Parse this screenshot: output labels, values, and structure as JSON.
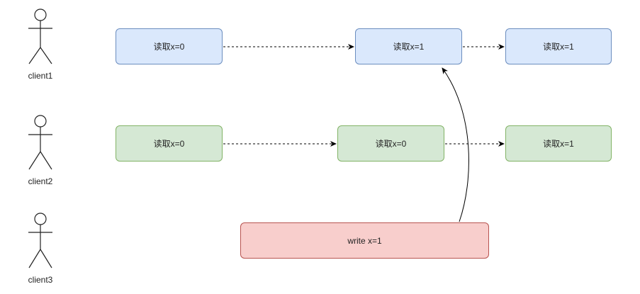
{
  "actors": [
    {
      "label": "client1"
    },
    {
      "label": "client2"
    },
    {
      "label": "client3"
    }
  ],
  "rows": {
    "client1": [
      "读取x=0",
      "读取x=1",
      "读取x=1"
    ],
    "client2": [
      "读取x=0",
      "读取x=0",
      "读取x=1"
    ]
  },
  "write_box": {
    "label": "write x=1"
  },
  "colors": {
    "blue_fill": "#dae8fc",
    "blue_stroke": "#6c8ebf",
    "green_fill": "#d5e8d4",
    "green_stroke": "#82b366",
    "red_fill": "#f8cecc",
    "red_stroke": "#b85450",
    "line": "#000000"
  }
}
